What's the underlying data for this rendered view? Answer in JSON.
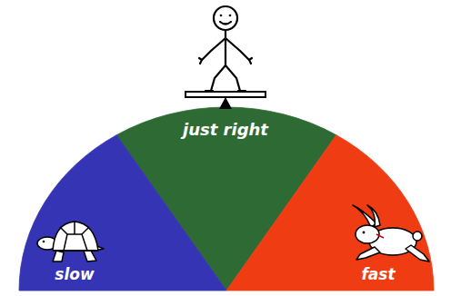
{
  "diagram": {
    "nodes": [
      {
        "text": [
          "just right"
        ]
      },
      {
        "text": [
          "slow"
        ]
      },
      {
        "text": [
          "fast"
        ]
      }
    ]
  }
}
